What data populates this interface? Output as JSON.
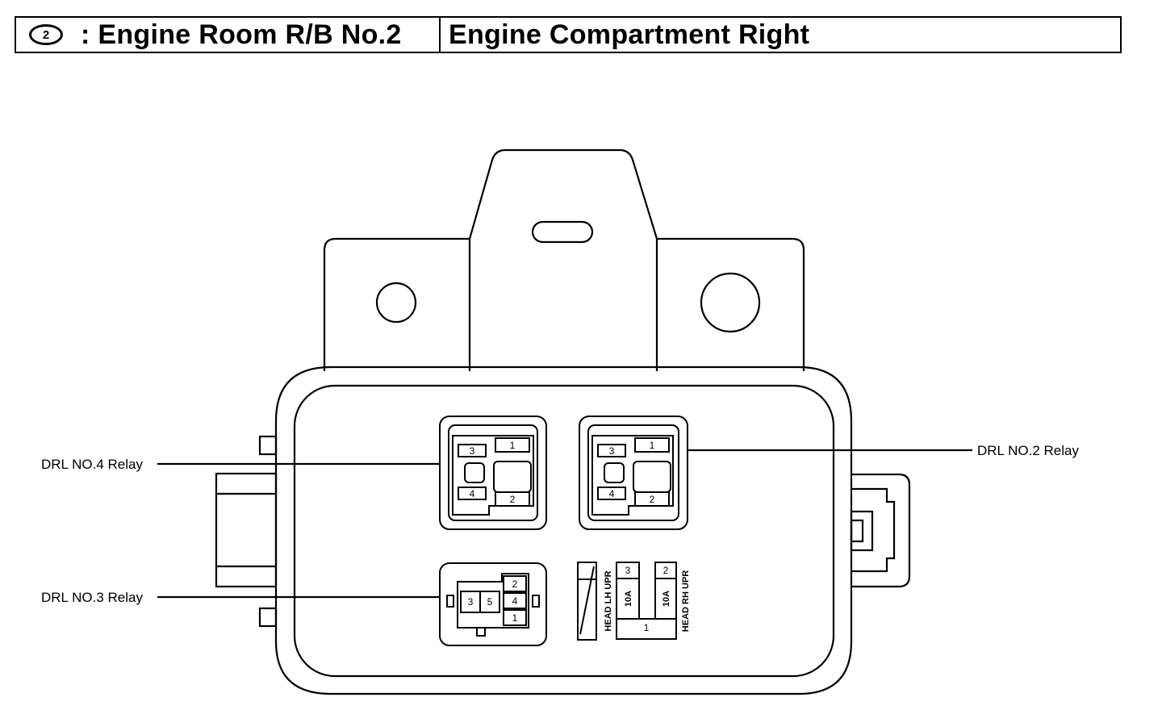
{
  "header": {
    "badge": "2",
    "code": ": Engine Room R/B No.2",
    "location": "Engine Compartment Right"
  },
  "labels": {
    "drl4": "DRL NO.4 Relay",
    "drl2": "DRL NO.2 Relay",
    "drl3": "DRL NO.3 Relay"
  },
  "relay4": {
    "p3": "3",
    "p1": "1",
    "p4": "4",
    "p2": "2"
  },
  "relay2": {
    "p3": "3",
    "p1": "1",
    "p4": "4",
    "p2": "2"
  },
  "relay3": {
    "p3": "3",
    "p5": "5",
    "p2": "2",
    "p4": "4",
    "p1": "1"
  },
  "fuses": {
    "head_lh": "HEAD LH UPR",
    "head_rh": "HEAD RH UPR",
    "t3": "3",
    "t2": "2",
    "t1": "1",
    "amp_lh": "10A",
    "amp_rh": "10A"
  }
}
